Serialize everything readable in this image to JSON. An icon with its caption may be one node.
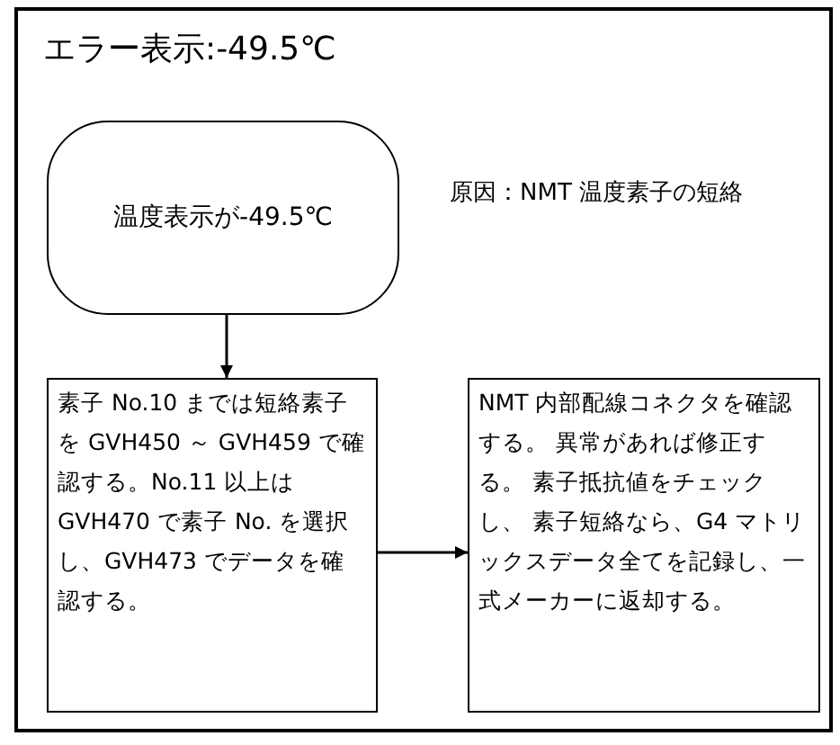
{
  "diagram": {
    "title": "エラー表示:-49.5℃",
    "nodes": [
      {
        "text": [
          "温度表示が-49.5℃"
        ]
      },
      {
        "text": [
          "素子 No.10 までは短絡素子を GVH450 ～ GVH459 で確認する。No.11 以上は GVH470 で素子 No. を選択し、GVH473 でデータを確認する。"
        ]
      },
      {
        "text": [
          "NMT 内部配線コネクタを確認する。 異常があれば修正する。 素子抵抗値をチェックし、 素子短絡なら、G4 マトリックスデータ全てを記録し、一式メーカーに返却する。"
        ]
      }
    ],
    "edges": [
      {
        "from": 0,
        "to": 1,
        "arrow": "to"
      },
      {
        "from": 1,
        "to": 2,
        "arrow": "to"
      }
    ],
    "labels": [
      "原因：NMT 温度素子の短絡"
    ]
  }
}
